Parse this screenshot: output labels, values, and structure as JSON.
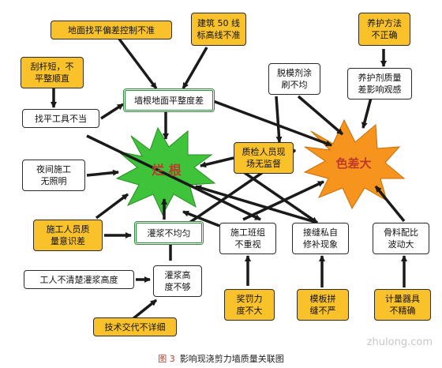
{
  "nodes": {
    "ground_control": "地面找平偏差控制不准",
    "building_50": "建筑 50 线\n标高线不准",
    "curing_method": "养护方法\n不正确",
    "scraper": "刮杆短，不\n平整顺直",
    "release_agent": "脱模剂涂\n刷不均",
    "curing_agent": "养护剂质量\n差影响观感",
    "wall_flatness": "墙根地面平整度差",
    "leveling_tool": "找平工具不当",
    "rotten_root": "烂 根",
    "inspector": "质检人员现\n场无监督",
    "color_diff": "色差大",
    "night_work": "夜间施工\n无照明",
    "worker_quality": "施工人员质\n量意识差",
    "grout_uneven": "灌浆不均匀",
    "team_neglect": "施工班组\n不重视",
    "joint_repair": "接缝私自\n修补现象",
    "aggregate": "骨料配比\n波动大",
    "worker_unclear": "工人不清楚灌浆高度",
    "grout_height": "灌浆高\n度不够",
    "reward_punish": "奖罚力\n度不大",
    "formwork_joint": "模板拼\n缝不严",
    "measuring": "计量器具\n不精确",
    "tech_brief": "技术交代不详细"
  },
  "caption": {
    "figure": "图 3",
    "title": "影响现浇剪力墙质量关联图"
  },
  "watermark": "zhulong.com",
  "colors": {
    "yellow_box": "#f9c22a",
    "green_border": "#2e8b3a",
    "burst_green": "#3fc33a",
    "burst_orange": "#f7941d",
    "arrow": "#1a1a1a"
  }
}
